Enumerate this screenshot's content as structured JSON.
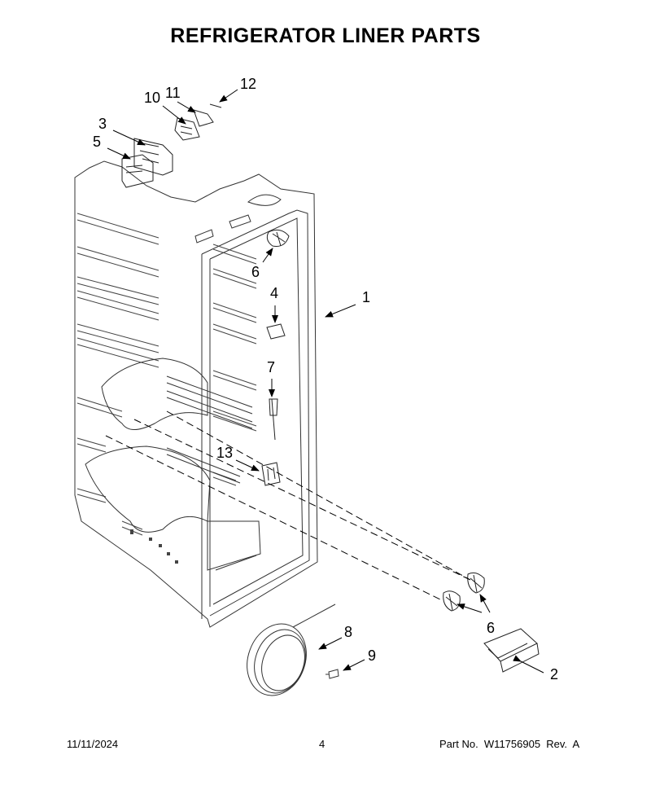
{
  "title": "REFRIGERATOR LINER PARTS",
  "callouts": [
    {
      "id": "c1",
      "label": "1"
    },
    {
      "id": "c2",
      "label": "2"
    },
    {
      "id": "c3",
      "label": "3"
    },
    {
      "id": "c4",
      "label": "4"
    },
    {
      "id": "c5",
      "label": "5"
    },
    {
      "id": "c6a",
      "label": "6"
    },
    {
      "id": "c6b",
      "label": "6"
    },
    {
      "id": "c7",
      "label": "7"
    },
    {
      "id": "c8",
      "label": "8"
    },
    {
      "id": "c9",
      "label": "9"
    },
    {
      "id": "c10",
      "label": "10"
    },
    {
      "id": "c11",
      "label": "11"
    },
    {
      "id": "c12",
      "label": "12"
    },
    {
      "id": "c13",
      "label": "13"
    }
  ],
  "footer": {
    "date": "11/11/2024",
    "page": "4",
    "part": "Part No.  W11756905  Rev.  A"
  }
}
